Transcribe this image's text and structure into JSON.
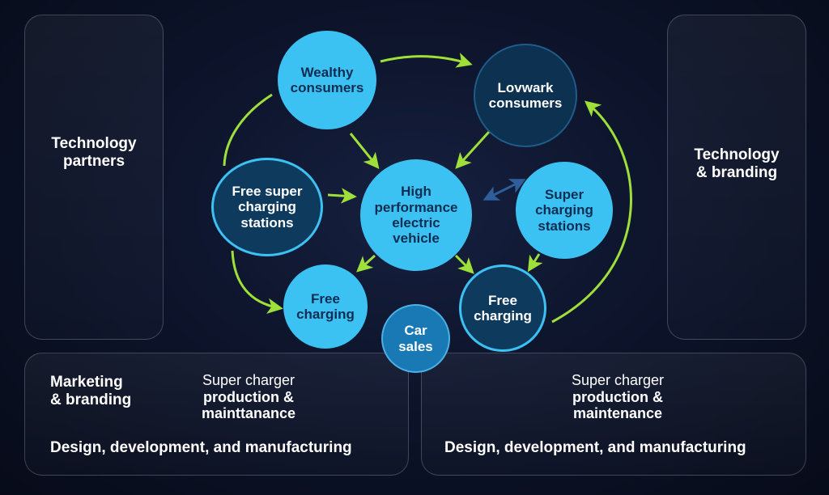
{
  "colors": {
    "background": "#0d142b",
    "node_light": "#3cc2f2",
    "node_dark": "#0e3a5e",
    "arrow": "#9ee039",
    "node_text_dark": "#0f2d52"
  },
  "panels": {
    "left": {
      "lines": [
        "Technology",
        "partners"
      ]
    },
    "right": {
      "lines": [
        "Technology",
        "& branding"
      ]
    },
    "bottom_left": {
      "marketing_lines": [
        "Marketing",
        "& branding"
      ],
      "super_charger_lines": [
        "Super charger",
        "production &",
        "mainttanance"
      ],
      "design_text": "Design, development, and manufacturing"
    },
    "bottom_right": {
      "super_charger_lines": [
        "Super charger",
        "production &",
        "maintenance"
      ],
      "design_text": "Design, development, and manufacturing"
    }
  },
  "nodes": {
    "wealthy": {
      "lines": [
        "Wealthy",
        "consumers"
      ]
    },
    "lovwark": {
      "lines": [
        "Lovwark",
        "consumers"
      ]
    },
    "hpev": {
      "lines": [
        "High",
        "performance",
        "electric",
        "vehicle"
      ]
    },
    "free_super": {
      "lines": [
        "Free super",
        "charging",
        "stations"
      ]
    },
    "super_charging": {
      "lines": [
        "Super",
        "charging",
        "stations"
      ]
    },
    "free_charging_left": {
      "lines": [
        "Free",
        "charging"
      ]
    },
    "free_charging_right": {
      "lines": [
        "Free",
        "charging"
      ]
    },
    "car_sales": {
      "lines": [
        "Car",
        "sales"
      ]
    }
  },
  "edges": [
    {
      "from": "wealthy",
      "to": "lovwark"
    },
    {
      "from": "wealthy",
      "to": "hpev"
    },
    {
      "from": "lovwark",
      "to": "hpev"
    },
    {
      "from": "free_super",
      "to": "hpev"
    },
    {
      "from": "hpev",
      "to": "free_charging_left"
    },
    {
      "from": "hpev",
      "to": "free_charging_right"
    },
    {
      "from": "super_charging",
      "to": "free_charging_right"
    },
    {
      "from": "free_charging_right",
      "to": "lovwark"
    },
    {
      "from": "wealthy",
      "to": "free_super"
    },
    {
      "from": "free_super",
      "to": "free_charging_left"
    },
    {
      "from": "super_charging",
      "to": "hpev"
    }
  ]
}
